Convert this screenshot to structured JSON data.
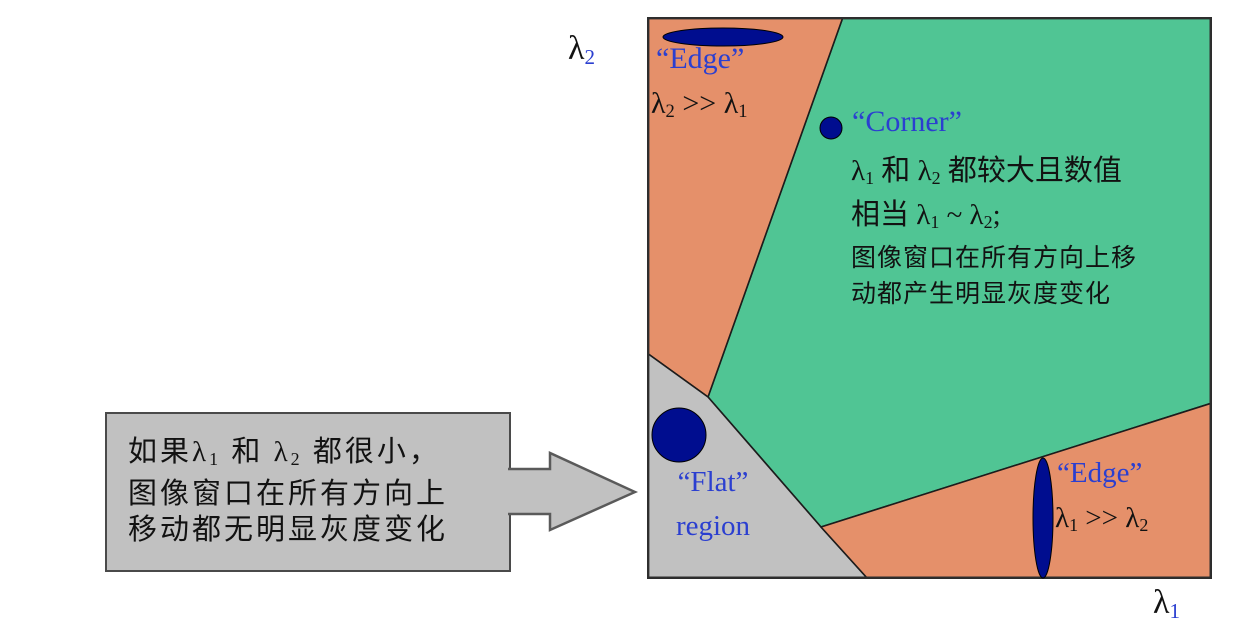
{
  "colors": {
    "region_orange": "#E5906A",
    "region_green": "#50C594",
    "region_gray": "#C1C1C1",
    "marker_navy": "#000D8F",
    "label_blue": "#2B3FD0",
    "text_black": "#121212",
    "border_dark": "#2e2e2e"
  },
  "axes": {
    "y": {
      "base": "λ",
      "sub": "2"
    },
    "x": {
      "base": "λ",
      "sub": "1"
    }
  },
  "regions": {
    "edge_top": {
      "label": "“Edge”",
      "condition_text": "λ2 >> λ1",
      "condition_parts": [
        "λ",
        "2",
        " >> ",
        "λ",
        "1"
      ],
      "marker": "horizontal-navy-ellipse"
    },
    "corner": {
      "label": "“Corner”",
      "marker": "navy-dot",
      "line1_text": "λ1 和 λ2 都较大且数值",
      "line1_parts": [
        "λ",
        "1",
        " 和 ",
        "λ",
        "2",
        " 都较大且数值"
      ],
      "line2_text": "相当 λ1 ~ λ2;",
      "line2_parts": [
        "相当 ",
        "λ",
        "1",
        " ~ ",
        "λ",
        "2",
        ";"
      ],
      "line3": "图像窗口在所有方向上移",
      "line4": "动都产生明显灰度变化"
    },
    "flat": {
      "label": "“Flat”",
      "sublabel": "region",
      "marker": "navy-circle"
    },
    "edge_right": {
      "label": "“Edge”",
      "condition_text": "λ1 >> λ2",
      "condition_parts": [
        "λ",
        "1",
        " >> ",
        "λ",
        "2"
      ],
      "marker": "vertical-navy-ellipse"
    }
  },
  "callout": {
    "line1_text": "如果λ1 和 λ2 都很小,",
    "line1_parts": [
      "如果",
      "λ",
      "1",
      " 和 ",
      "λ",
      "2",
      " 都很小，"
    ],
    "line2": "图像窗口在所有方向上",
    "line3": "移动都无明显灰度变化",
    "arrow": "right-block-arrow"
  }
}
